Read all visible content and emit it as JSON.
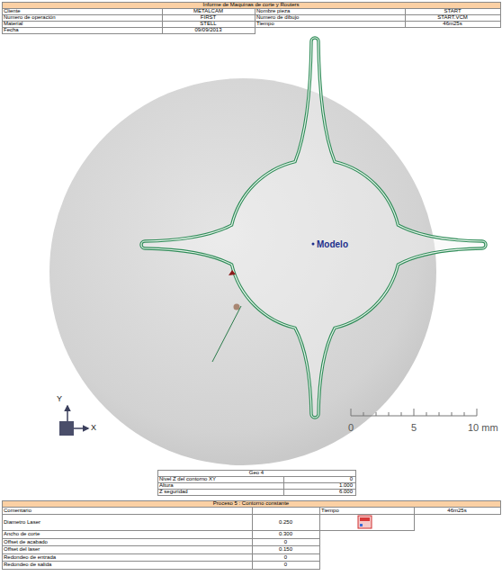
{
  "diagram": {
    "title": "Informe de Maquinas de corte y Routers",
    "labels": [
      "Cliente",
      "METALCAM",
      "Nombre pieza",
      "START",
      "Numero de operación",
      "FIRST",
      "Numero de dibujo",
      "START.VCM",
      "Material",
      "STELL",
      "Tiempo",
      "46m25s",
      "Fecha",
      "09/09/2013",
      "Modelo",
      "Y",
      "X",
      "0",
      "5",
      "10 mm",
      "Geo 4",
      "Nivel Z del contorno XY",
      "0",
      "Altura",
      "1.000",
      "Z seguridad",
      "6.000",
      "Proceso 5 : Contorno constante",
      "Comentario",
      "Tiempo",
      "46m25s",
      "Diametro Laser",
      "0.250",
      "Ancho de corte",
      "0.300",
      "Offset de acabado",
      "0",
      "Offset del laser",
      "0.150",
      "Redondeo de entrada",
      "0",
      "Redondeo de salida",
      "0"
    ]
  }
}
